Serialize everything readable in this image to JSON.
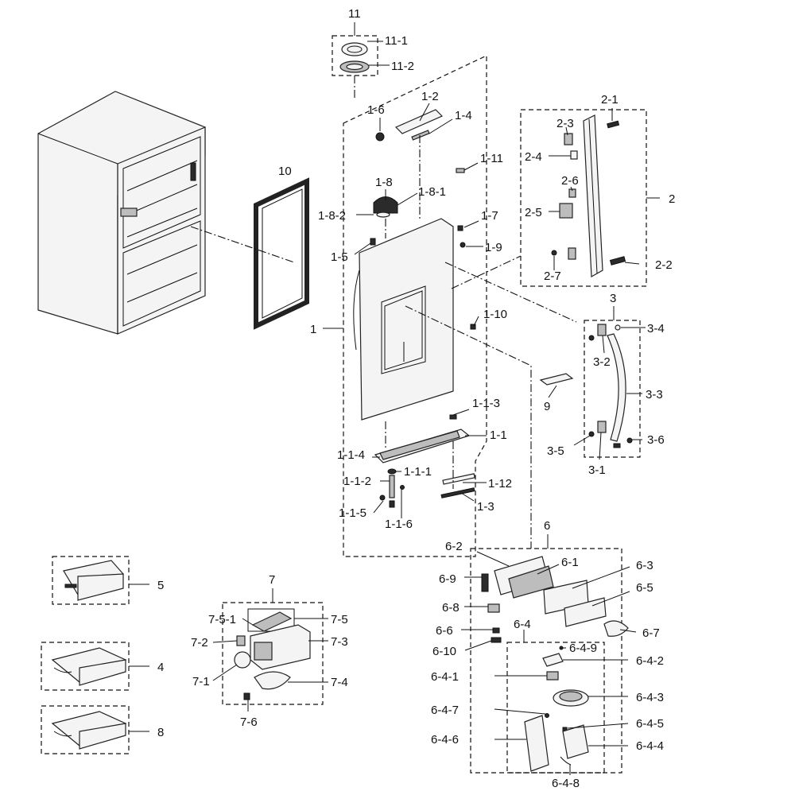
{
  "labels": {
    "l11": "11",
    "l11_1": "11-1",
    "l11_2": "11-2",
    "l1_2": "1-2",
    "l1_4": "1-4",
    "l1_6": "1-6",
    "l1_11": "1-11",
    "l1_8": "1-8",
    "l1_8_1": "1-8-1",
    "l1_8_2": "1-8-2",
    "l1_7": "1-7",
    "l1_9": "1-9",
    "l1_5": "1-5",
    "l1_10": "1-10",
    "l1": "1",
    "l10": "10",
    "l2_1": "2-1",
    "l2_3": "2-3",
    "l2_4": "2-4",
    "l2": "2",
    "l2_6": "2-6",
    "l2_5": "2-5",
    "l2_2": "2-2",
    "l2_7": "2-7",
    "l3": "3",
    "l3_4": "3-4",
    "l3_2": "3-2",
    "l3_3": "3-3",
    "l3_5": "3-5",
    "l3_6": "3-6",
    "l3_1": "3-1",
    "l9": "9",
    "l1_1_3": "1-1-3",
    "l1_1": "1-1",
    "l1_1_4": "1-1-4",
    "l1_1_1": "1-1-1",
    "l1_1_2": "1-1-2",
    "l1_12": "1-12",
    "l1_1_5": "1-1-5",
    "l1_3": "1-3",
    "l1_1_6": "1-1-6",
    "l5": "5",
    "l4": "4",
    "l8": "8",
    "l7": "7",
    "l7_5_1": "7-5-1",
    "l7_5": "7-5",
    "l7_2": "7-2",
    "l7_3": "7-3",
    "l7_1": "7-1",
    "l7_4": "7-4",
    "l7_6": "7-6",
    "l6": "6",
    "l6_2": "6-2",
    "l6_1": "6-1",
    "l6_3": "6-3",
    "l6_9": "6-9",
    "l6_5": "6-5",
    "l6_8": "6-8",
    "l6_7": "6-7",
    "l6_4": "6-4",
    "l6_6": "6-6",
    "l6_4_9": "6-4-9",
    "l6_10": "6-10",
    "l6_4_2": "6-4-2",
    "l6_4_1": "6-4-1",
    "l6_4_3": "6-4-3",
    "l6_4_7": "6-4-7",
    "l6_4_5": "6-4-5",
    "l6_4_6": "6-4-6",
    "l6_4_4": "6-4-4",
    "l6_4_8": "6-4-8"
  },
  "colors": {
    "line": "#111111",
    "part_fill": "#f4f4f4",
    "part_dark": "#bdbdbd"
  }
}
